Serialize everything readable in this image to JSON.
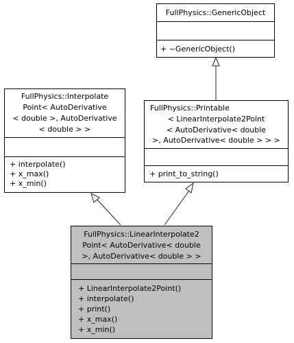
{
  "colors": {
    "box_border": "#000000",
    "box_fill": "#ffffff",
    "highlight_fill": "#bfbfbf",
    "edge": "#191970"
  },
  "classes": {
    "generic_object": {
      "title": [
        "FullPhysics::GenericObject"
      ],
      "attributes": [],
      "methods": [
        "+ ~GenericObject()"
      ]
    },
    "interpolate_point": {
      "title": [
        "FullPhysics::Interpolate",
        "Point< AutoDerivative",
        "< double >, AutoDerivative",
        "< double > >"
      ],
      "attributes": [],
      "methods": [
        "+ interpolate()",
        "+ x_max()",
        "+ x_min()"
      ]
    },
    "printable": {
      "title": [
        "FullPhysics::Printable",
        "< LinearInterpolate2Point",
        "< AutoDerivative< double",
        ">, AutoDerivative< double > > >"
      ],
      "attributes": [],
      "methods": [
        "+ print_to_string()"
      ]
    },
    "linear_interpolate2point": {
      "title": [
        "FullPhysics::LinearInterpolate2",
        "Point< AutoDerivative< double",
        ">, AutoDerivative< double > >"
      ],
      "attributes": [],
      "methods": [
        "+ LinearInterpolate2Point()",
        "+ interpolate()",
        "+ print()",
        "+ x_max()",
        "+ x_min()"
      ]
    }
  }
}
